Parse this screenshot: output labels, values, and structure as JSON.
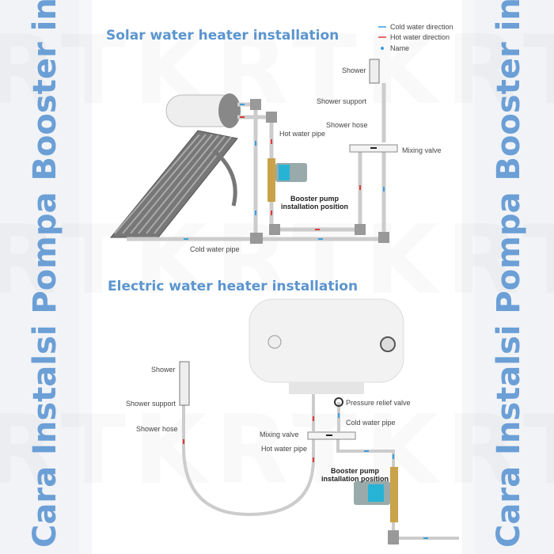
{
  "side_text": "Cara Instalsi Pompa Booster ini",
  "watermark": "RTKRTKRTK",
  "colors": {
    "accent": "#5b95cf",
    "cold": "#3a9ee0",
    "hot": "#e03a3a"
  },
  "legend": {
    "cold": "Cold water direction",
    "hot": "Hot water direction",
    "name": "Name"
  },
  "solar": {
    "title": "Solar water heater installation",
    "labels": {
      "shower": "Shower",
      "shower_support": "Shower support",
      "shower_hose": "Shower hose",
      "hot_water_pipe": "Hot water pipe",
      "mixing_valve": "Mixing valve",
      "booster_line1": "Booster pump",
      "booster_line2": "installation position",
      "cold_water_pipe": "Cold water pipe"
    }
  },
  "electric": {
    "title": "Electric water heater installation",
    "labels": {
      "shower": "Shower",
      "shower_support": "Shower support",
      "shower_hose": "Shower hose",
      "pressure_relief_valve": "Pressure relief valve",
      "cold_water_pipe": "Cold water pipe",
      "mixing_valve": "Mixing valve",
      "hot_water_pipe": "Hot water pipe",
      "booster_line1": "Booster pump",
      "booster_line2": "installation position"
    }
  }
}
